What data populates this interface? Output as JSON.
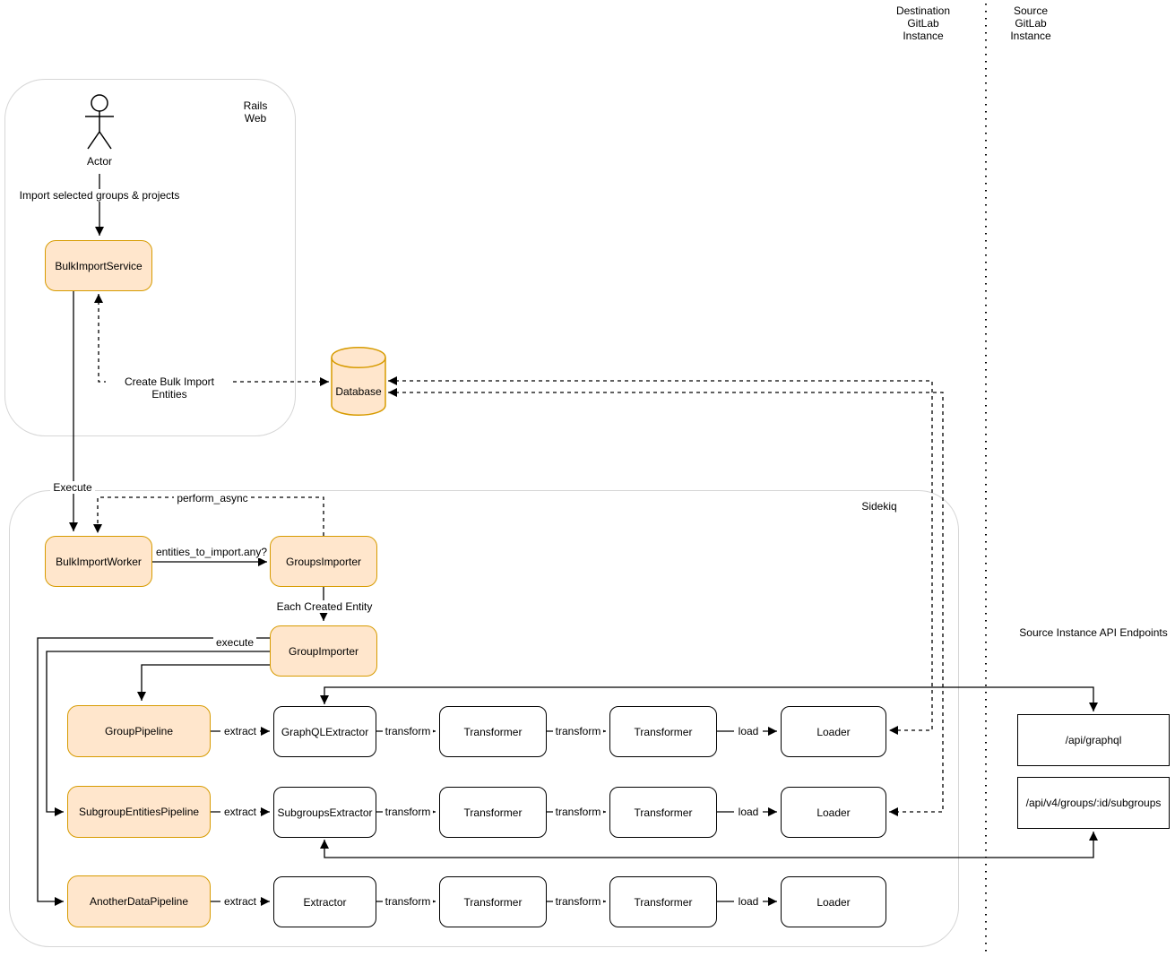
{
  "regions": {
    "destination_instance_label": "Destination\nGitLab\nInstance",
    "source_instance_label": "Source\nGitLab\nInstance",
    "rails_web_label": "Rails\nWeb",
    "sidekiq_label": "Sidekiq",
    "api_endpoints_title": "Source Instance API Endpoints"
  },
  "nodes": {
    "actor": "Actor",
    "bulk_import_service": "BulkImportService",
    "database": "Database",
    "bulk_import_worker": "BulkImportWorker",
    "groups_importer": "GroupsImporter",
    "group_importer": "GroupImporter",
    "api_graphql_endpoint": "/api/graphql",
    "api_subgroups_endpoint": "/api/v4/groups/:id/subgroups"
  },
  "pipelines": [
    {
      "name": "GroupPipeline",
      "stages": [
        "GraphQLExtractor",
        "Transformer",
        "Transformer",
        "Loader"
      ]
    },
    {
      "name": "SubgroupEntitiesPipeline",
      "stages": [
        "SubgroupsExtractor",
        "Transformer",
        "Transformer",
        "Loader"
      ]
    },
    {
      "name": "AnotherDataPipeline",
      "stages": [
        "Extractor",
        "Transformer",
        "Transformer",
        "Loader"
      ]
    }
  ],
  "edge_labels": {
    "import_selected": "Import selected groups & projects",
    "create_bulk_import_entities": "Create Bulk Import Entities",
    "execute": "Execute",
    "perform_async": "perform_async",
    "entities_to_import_any": "entities_to_import.any?",
    "each_created_entity": "Each Created Entity",
    "execute_pipeline": "execute",
    "extract": "extract",
    "transform": "transform",
    "load": "load"
  },
  "colors": {
    "highlight_fill": "#FFE6CC",
    "highlight_stroke": "#D79B00",
    "line": "#000000",
    "container_stroke": "#D6D6D6",
    "background": "#FFFFFF"
  }
}
